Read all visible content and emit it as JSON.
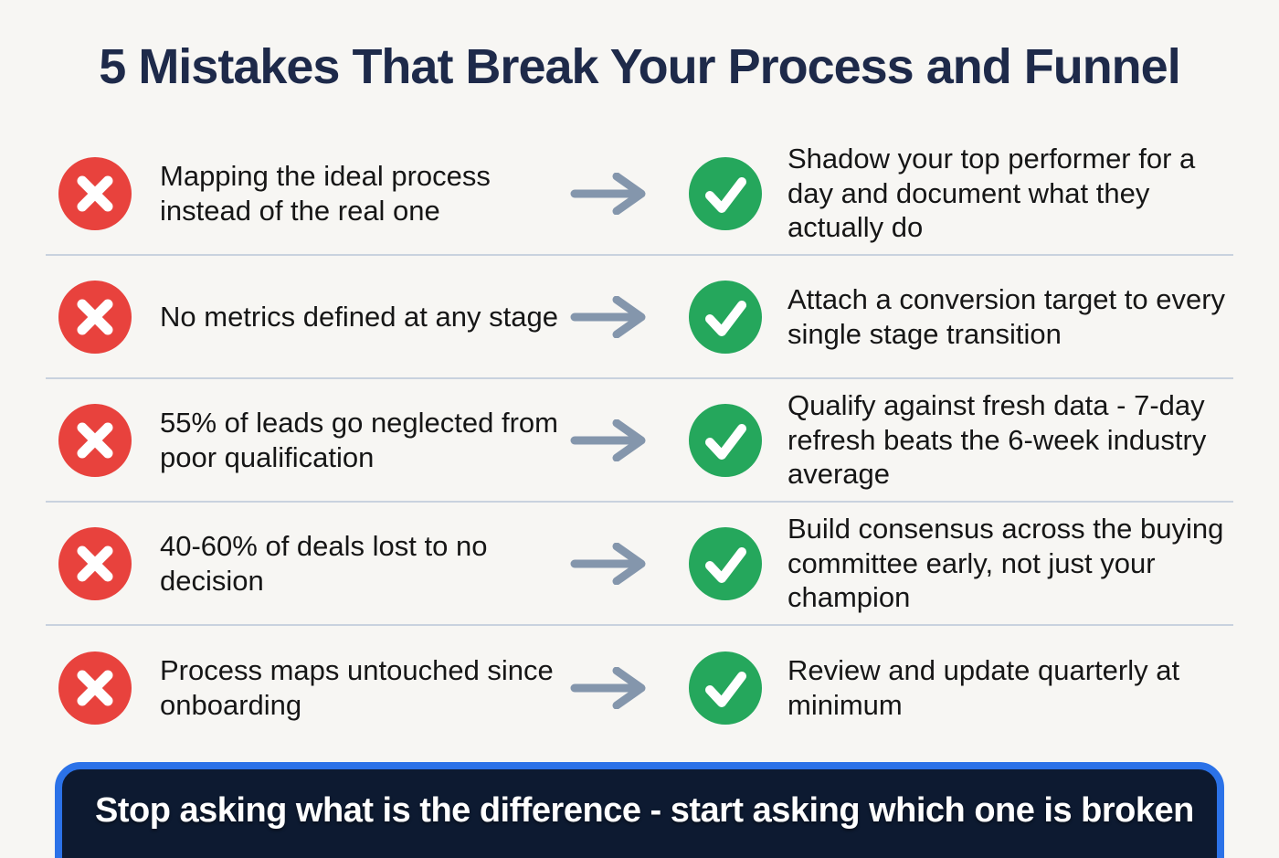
{
  "title": "5 Mistakes That Break Your Process and Funnel",
  "rows": [
    {
      "mistake": "Mapping the ideal process instead of the real one",
      "solution": "Shadow your top performer for a day and document what they actually do"
    },
    {
      "mistake": "No metrics defined at any stage",
      "solution": "Attach a conversion target to every single stage transition"
    },
    {
      "mistake": "55% of leads go neglected from poor qualification",
      "solution": "Qualify against fresh data - 7-day refresh beats the 6-week industry average"
    },
    {
      "mistake": "40-60% of deals lost to no decision",
      "solution": "Build consensus across the buying committee early, not just your champion"
    },
    {
      "mistake": "Process maps untouched since onboarding",
      "solution": "Review and update quarterly at minimum"
    }
  ],
  "footer": {
    "message": "Stop asking what is the difference - start asking which one is broken"
  },
  "icons": {
    "mistake": "x-circle-icon",
    "solution": "check-circle-icon",
    "connector": "arrow-right-icon"
  },
  "colors": {
    "bg": "#f7f6f3",
    "navy": "#1e2a4a",
    "text": "#161616",
    "red": "#e8423d",
    "green": "#25a75c",
    "arrow": "#8496ac",
    "divider": "#c9d2de",
    "banner-bg": "#0d1a31",
    "banner-border": "#2b72e8"
  }
}
